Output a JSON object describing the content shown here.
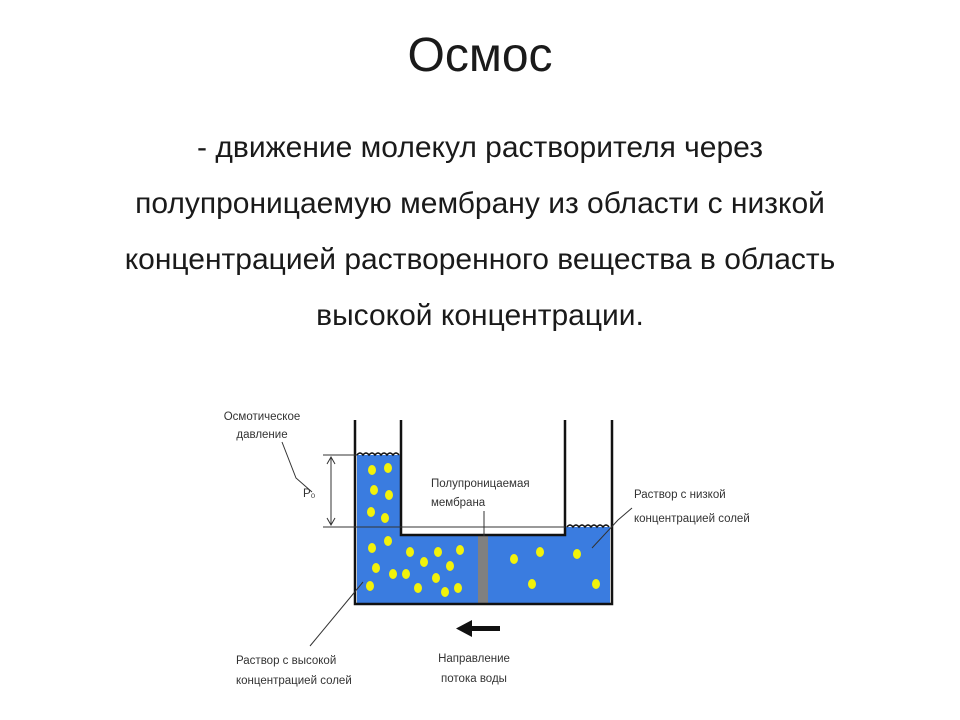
{
  "slide": {
    "title": "Осмос",
    "definition_lines": [
      "-  движение молекул растворителя через",
      "полупроницаемую мембрану из области с низкой",
      "концентрацией растворенного вещества в область",
      "высокой концентрации."
    ]
  },
  "diagram": {
    "labels": {
      "osmotic_pressure_1": "Осмотическое",
      "osmotic_pressure_2": "давление",
      "p0": "P₀",
      "membrane_1": "Полупроницаемая",
      "membrane_2": "мембрана",
      "low_conc_1": "Раствор с низкой",
      "low_conc_2": "концентрацией солей",
      "high_conc_1": "Раствор с высокой",
      "high_conc_2": "концентрацией солей",
      "flow_1": "Направление",
      "flow_2": "потока воды"
    },
    "colors": {
      "water": "#3a7ce0",
      "solute": "#f2f20a",
      "membrane": "#808080",
      "outline": "#111111",
      "arrow": "#111111"
    }
  }
}
